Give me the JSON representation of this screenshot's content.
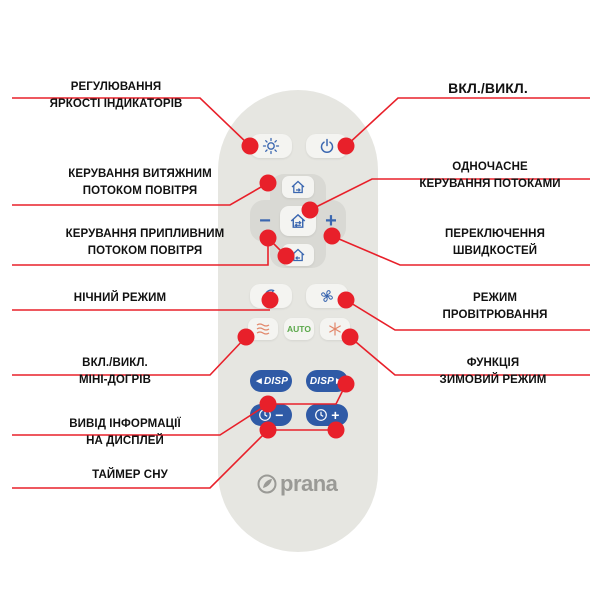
{
  "brand": {
    "logo_text": "prana",
    "accent_red": "#e8202a",
    "button_blue": "#2f5aa6",
    "body_color": "#e6e6e1"
  },
  "remote": {
    "buttons": {
      "brightness": {
        "icon": "sun-icon"
      },
      "power": {
        "icon": "power-icon"
      },
      "exhaust_flow": {
        "icon": "house-arrow-out-icon"
      },
      "speed_minus": {
        "label": "−"
      },
      "combined_flow": {
        "icon": "house-dual-arrow-icon"
      },
      "speed_plus": {
        "label": "+"
      },
      "supply_flow": {
        "icon": "house-arrow-in-icon"
      },
      "night_mode": {
        "icon": "moon-icon"
      },
      "ventilation_mode": {
        "icon": "fan-icon"
      },
      "mini_heating": {
        "icon": "heat-waves-icon"
      },
      "auto": {
        "label": "AUTO"
      },
      "winter_mode": {
        "icon": "snowflake-icon"
      },
      "disp_left": {
        "label": "◄DISP"
      },
      "disp_right": {
        "label": "DISP►"
      },
      "timer_minus": {
        "icon": "clock-minus-icon",
        "label": "−"
      },
      "timer_plus": {
        "icon": "clock-plus-icon",
        "label": "+"
      }
    }
  },
  "labels": {
    "brightness": [
      "РЕГУЛЮВАННЯ",
      "ЯРКОСТІ ІНДИКАТОРІВ"
    ],
    "power": [
      "ВКЛ./ВИКЛ."
    ],
    "exhaust": [
      "КЕРУВАННЯ ВИТЯЖНИМ",
      "ПОТОКОМ ПОВІТРЯ"
    ],
    "combined": [
      "ОДНОЧАСНЕ",
      "КЕРУВАННЯ ПОТОКАМИ"
    ],
    "supply": [
      "КЕРУВАННЯ ПРИПЛИВНИМ",
      "ПОТОКОМ ПОВІТРЯ"
    ],
    "speed": [
      "ПЕРЕКЛЮЧЕННЯ",
      "ШВИДКОСТЕЙ"
    ],
    "night": [
      "НІЧНИЙ РЕЖИМ"
    ],
    "ventilation": [
      "РЕЖИМ",
      "ПРОВІТРЮВАННЯ"
    ],
    "mini_heating": [
      "ВКЛ./ВИКЛ.",
      "МІНІ-ДОГРІВ"
    ],
    "winter": [
      "ФУНКЦІЯ",
      "ЗИМОВИЙ РЕЖИМ"
    ],
    "display": [
      "ВИВІД ІНФОРМАЦІЇ",
      "НА ДИСПЛЕЙ"
    ],
    "sleep_timer": [
      "ТАЙМЕР СНУ"
    ]
  }
}
